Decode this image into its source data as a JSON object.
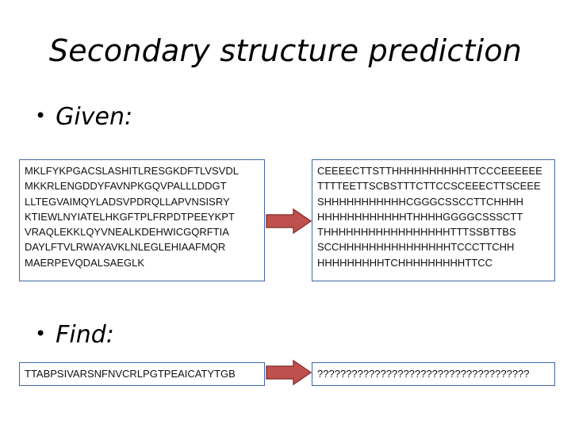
{
  "title": "Secondary structure prediction",
  "given": {
    "label": "Given:",
    "sequence_lines": [
      "MKLFYKPGACSLASHITLRESGKDFTLVSVDL",
      "MKKRLENGDDYFAVNPKGQVPALLLDDGT",
      "LLTEGVAIMQYLADSVPDRQLLAPVNSISRY",
      "KTIEWLNYIATELHKGFTPLFRPDTPEEYKPT",
      "VRAQLEKKLQYVNEALKDEHWICGQRFTIA",
      "DAYLFTVLRWAYAVKLNLEGLEHIAAFMQR",
      "MAERPEVQDALSAEGLK"
    ],
    "structure_lines": [
      "CEEEECTTSTTHHHHHHHHHHTTCCCEEEEEE",
      "TTTTEETTSCBSTTTCTTCCSCEEECTTSCEEE",
      "SHHHHHHHHHHHCGGGCSSCCTTCHHHH",
      "HHHHHHHHHHHHTHHHHGGGGCSSSCTT",
      "THHHHHHHHHHHHHHHHHTTTSSBTTBS",
      "SCCHHHHHHHHHHHHHHHTCCCTTCHH",
      "HHHHHHHHHTCHHHHHHHHHTTCC"
    ]
  },
  "find": {
    "label": "Find:",
    "sequence": "TTABPSIVARSNFNVCRLPGTPEAICATYTGB",
    "unknown": "?????????????????????????????????????"
  },
  "colors": {
    "box_border": "#3f66a8",
    "arrow_fill": "#c0504d",
    "arrow_stroke": "#8c3836"
  }
}
